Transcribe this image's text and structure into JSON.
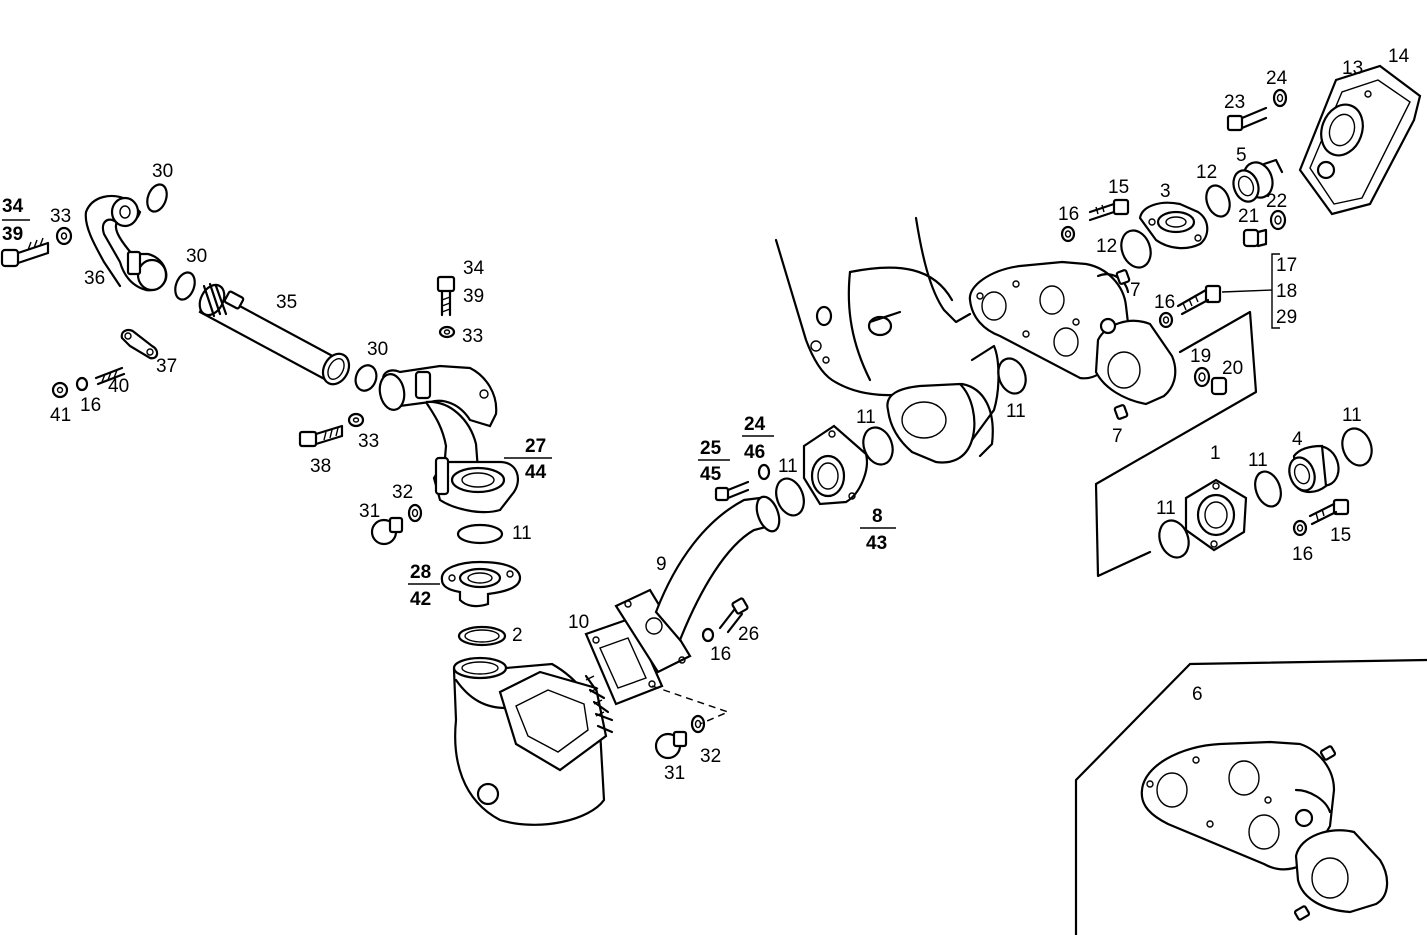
{
  "labels": {
    "l1": "1",
    "l2": "2",
    "l3": "3",
    "l4": "4",
    "l5": "5",
    "l6": "6",
    "l7a": "7",
    "l7b": "7",
    "l9": "9",
    "l10": "10",
    "l11a": "11",
    "l11b": "11",
    "l11c": "11",
    "l11d": "11",
    "l11e": "11",
    "l11f": "11",
    "l11g": "11",
    "l12a": "12",
    "l12b": "12",
    "l13": "13",
    "l14": "14",
    "l15a": "15",
    "l15b": "15",
    "l16a": "16",
    "l16b": "16",
    "l16c": "16",
    "l16d": "16",
    "l16e": "16",
    "l17": "17",
    "l18": "18",
    "l29": "29",
    "l19": "19",
    "l20": "20",
    "l21": "21",
    "l22": "22",
    "l23": "23",
    "l24": "24",
    "l26": "26",
    "l30a": "30",
    "l30b": "30",
    "l30c": "30",
    "l31a": "31",
    "l31b": "31",
    "l32a": "32",
    "l32b": "32",
    "l33a": "33",
    "l33b": "33",
    "l33c": "33",
    "l34": "34",
    "l39": "39",
    "l35": "35",
    "l36": "36",
    "l37": "37",
    "l38": "38",
    "l40": "40",
    "l41": "41"
  },
  "fractions": {
    "f34_39": {
      "top": "34",
      "bottom": "39"
    },
    "f27_44": {
      "top": "27",
      "bottom": "44"
    },
    "f28_42": {
      "top": "28",
      "bottom": "42"
    },
    "f25_45": {
      "top": "25",
      "bottom": "45"
    },
    "f24_46": {
      "top": "24",
      "bottom": "46"
    },
    "f8_43": {
      "top": "8",
      "bottom": "43"
    }
  }
}
